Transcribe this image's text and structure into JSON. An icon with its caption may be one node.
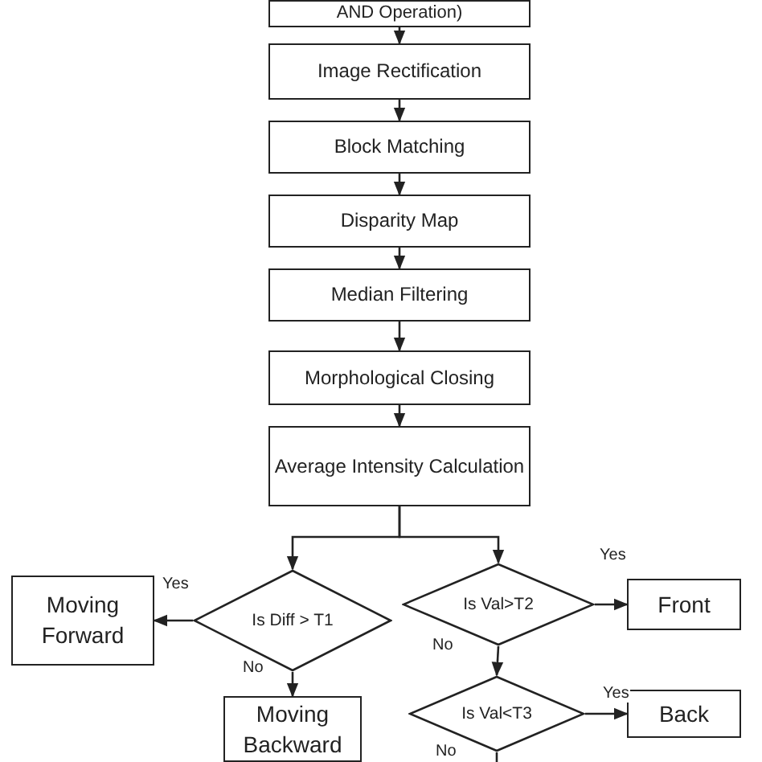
{
  "diagram": {
    "nodes": [
      {
        "text": [
          "AND Operation)"
        ]
      },
      {
        "text": [
          "Image Rectification"
        ]
      },
      {
        "text": [
          "Block Matching"
        ]
      },
      {
        "text": [
          "Disparity Map"
        ]
      },
      {
        "text": [
          "Median Filtering"
        ]
      },
      {
        "text": [
          "Morphological Closing"
        ]
      },
      {
        "text": [
          "Average Intensity Calculation"
        ]
      },
      {
        "text": [
          "Moving Forward"
        ]
      },
      {
        "text": [
          "Is Diff > T1"
        ]
      },
      {
        "text": [
          "Is Val>T2"
        ]
      },
      {
        "text": [
          "Front"
        ]
      },
      {
        "text": [
          "Moving Backward"
        ]
      },
      {
        "text": [
          "Is Val<T3"
        ]
      },
      {
        "text": [
          "Back"
        ]
      }
    ],
    "edges": [
      {
        "from": 0,
        "to": 1,
        "arrow": "to"
      },
      {
        "from": 1,
        "to": 2,
        "arrow": "to"
      },
      {
        "from": 2,
        "to": 3,
        "arrow": "to"
      },
      {
        "from": 3,
        "to": 4,
        "arrow": "to"
      },
      {
        "from": 4,
        "to": 5,
        "arrow": "to"
      },
      {
        "from": 5,
        "to": 6,
        "arrow": "to"
      },
      {
        "from": 6,
        "to": 8,
        "arrow": "to"
      },
      {
        "from": 6,
        "to": 9,
        "arrow": "to"
      },
      {
        "from": 8,
        "to": 7,
        "arrow": "to",
        "label": "Yes"
      },
      {
        "from": 8,
        "to": 11,
        "arrow": "to",
        "label": "No"
      },
      {
        "from": 9,
        "to": 10,
        "arrow": "to",
        "label": "Yes"
      },
      {
        "from": 9,
        "to": 12,
        "arrow": "to",
        "label": "No"
      },
      {
        "from": 12,
        "to": 13,
        "arrow": "to",
        "label": "Yes"
      },
      {
        "from": 12,
        "to": null,
        "arrow": "none",
        "label": "No"
      }
    ]
  }
}
